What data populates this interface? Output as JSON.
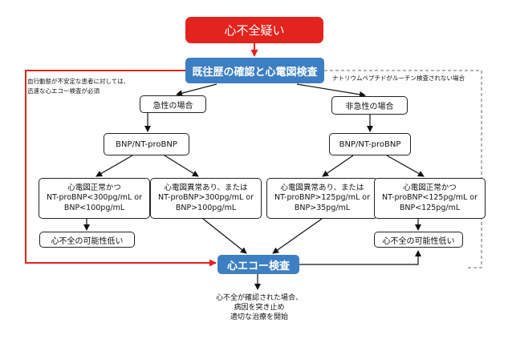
{
  "nodes": {
    "start": "心不全疑い",
    "history_ecg": "既往歴の確認と心電図検査",
    "acute": "急性の場合",
    "chronic": "非急性の場合",
    "bnp_left": "BNP/NT-proBNP",
    "bnp_right": "BNP/NT-proBNP",
    "box1": [
      "心電図正常かつ",
      "NT-proBNP<300pg/mL or",
      "BNP<100pg/mL"
    ],
    "box2": [
      "心電図異常あり、または",
      "NT-proBNP>300pg/mL or",
      "BNP>100pg/mL"
    ],
    "box3": [
      "心電図異常あり、または",
      "NT-proBNP>125pg/mL or",
      "BNP>35pg/mL"
    ],
    "box4": [
      "心電図正常かつ",
      "NT-proBNP<125pg/mL or",
      "BNP<125pg/mL"
    ],
    "low_left": "心不全の可能性低い",
    "low_right": "心不全の可能性低い",
    "echo": "心エコー検査",
    "final": [
      "心不全が確認された場合、",
      "病因を突き止め",
      "適切な治療を開始"
    ]
  },
  "notes": {
    "left": [
      "血行動態が不安定な患者に対しては、",
      "迅速な心エコー検査が必須"
    ],
    "right": "ナトリウムペプチドがルーチン検査されない場合"
  },
  "colors": {
    "red": "#e3231d",
    "blue": "#3d7fc3"
  }
}
